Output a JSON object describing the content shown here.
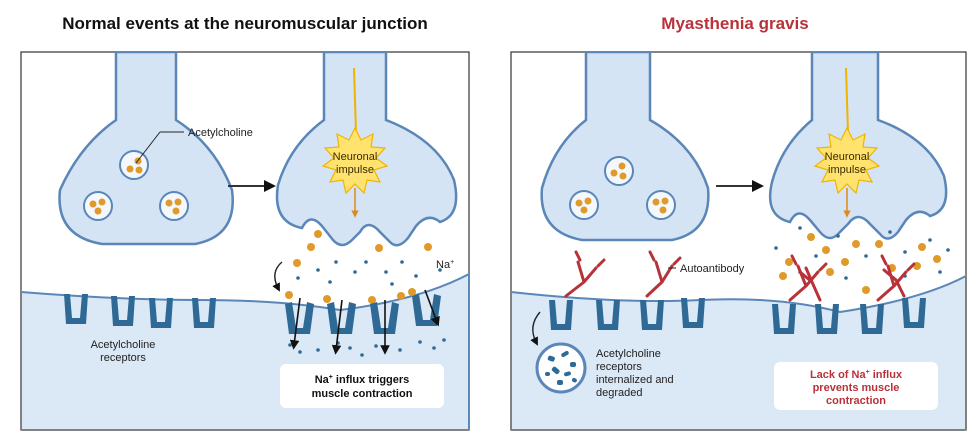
{
  "titles": {
    "normal": "Normal events at the neuromuscular junction",
    "disease": "Myasthenia gravis"
  },
  "labels": {
    "acetylcholine": "Acetylcholine",
    "neuronal_impulse_line1": "Neuronal",
    "neuronal_impulse_line2": "impulse",
    "sodium": "Na",
    "sodium_superscript": "+",
    "ach_receptors_line1": "Acetylcholine",
    "ach_receptors_line2": "receptors",
    "autoantibody": "Autoantibody",
    "internalized_line1": "Acetylcholine",
    "internalized_line2": "receptors",
    "internalized_line3": "internalized and",
    "internalized_line4": "degraded"
  },
  "callouts": {
    "normal_line1_a": "Na",
    "normal_line1_sup": "+",
    "normal_line1_b": " influx triggers",
    "normal_line2": "muscle contraction",
    "disease_line1_a": "Lack of Na",
    "disease_line1_sup": "+",
    "disease_line1_b": " influx",
    "disease_line2": "prevents muscle",
    "disease_line3": "contraction"
  },
  "colors": {
    "neuron_fill": "#d4e4f4",
    "neuron_stroke": "#5a86b8",
    "muscle_fill": "#dbe8f5",
    "receptor": "#2f6a96",
    "vesicle_dot": "#e09a2a",
    "antibody": "#b8323a",
    "disease_text": "#b8323a",
    "impulse_fill": "#ffe36e"
  }
}
